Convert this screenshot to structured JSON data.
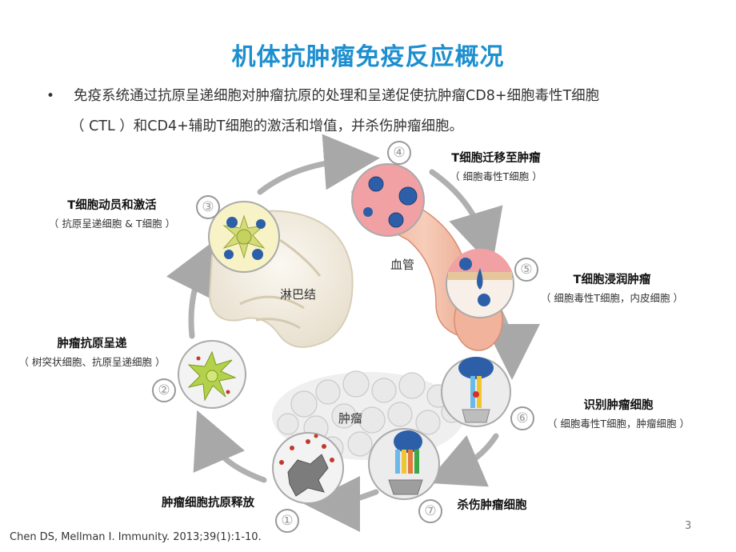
{
  "title": "机体抗肿瘤免疫反应概况",
  "bullet_symbol": "•",
  "intro_line1": "免疫系统通过抗原呈递细胞对肿瘤抗原的处理和呈递促使抗肿瘤CD8+细胞毒性T细胞",
  "intro_line2": "（ CTL ）和CD4+辅助T细胞的激活和增值，并杀伤肿瘤细胞。",
  "steps": [
    {
      "num": "①",
      "label": "肿瘤细胞抗原释放",
      "sub": ""
    },
    {
      "num": "②",
      "label": "肿瘤抗原呈递",
      "sub": "（ 树突状细胞、抗原呈递细胞 ）"
    },
    {
      "num": "③",
      "label": "T细胞动员和激活",
      "sub": "（ 抗原呈递细胞 & T细胞 ）"
    },
    {
      "num": "④",
      "label": "T细胞迁移至肿瘤",
      "sub": "（ 细胞毒性T细胞 ）"
    },
    {
      "num": "⑤",
      "label": "T细胞浸润肿瘤",
      "sub": "（ 细胞毒性T细胞，内皮细胞 ）"
    },
    {
      "num": "⑥",
      "label": "识别肿瘤细胞",
      "sub": "（ 细胞毒性T细胞，肿瘤细胞 ）"
    },
    {
      "num": "⑦",
      "label": "杀伤肿瘤细胞",
      "sub": ""
    }
  ],
  "tags": {
    "lymph": "淋巴结",
    "vessel": "血管",
    "tumor": "肿瘤"
  },
  "citation": "Chen DS, Mellman I. Immunity. 2013;39(1):1-10.",
  "page_number": "3",
  "colors": {
    "title": "#1d8fcf",
    "arrow": "#a8a8a8",
    "vessel": "#f0b7a0",
    "tcell": "#2d5fa8",
    "dc": "#b3d14b",
    "lymph": "#f4efe5"
  }
}
